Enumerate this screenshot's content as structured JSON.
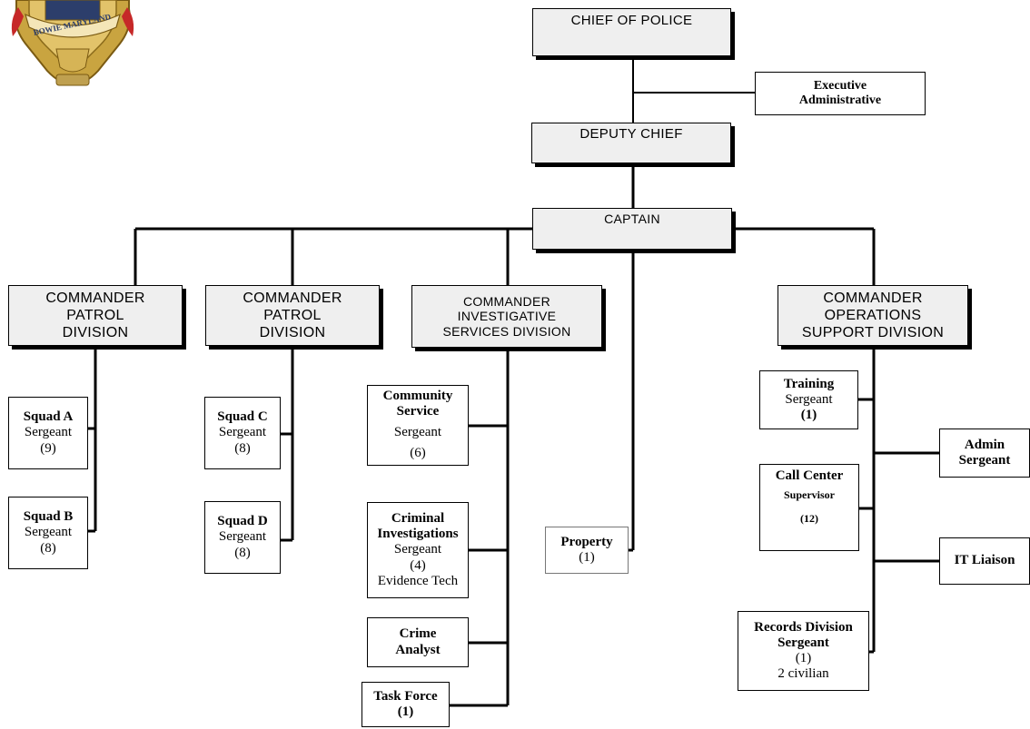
{
  "logo": {
    "text": "BOWIE MARYLAND",
    "colors": {
      "gold": "#b8902a",
      "red": "#c62828",
      "navy": "#2c3e6b"
    }
  },
  "chief": "CHIEF OF POLICE",
  "exec": {
    "line1": "Executive",
    "line2": "Administrative"
  },
  "deputy": "DEPUTY CHIEF",
  "captain": "CAPTAIN",
  "cmd1": {
    "line1": "COMMANDER",
    "line2": "PATROL",
    "line3": "DIVISION"
  },
  "cmd2": {
    "line1": "COMMANDER",
    "line2": "PATROL",
    "line3": "DIVISION"
  },
  "cmd3": {
    "line1": "COMMANDER",
    "line2": "INVESTIGATIVE",
    "line3": "SERVICES DIVISION"
  },
  "cmd4": {
    "line1": "COMMANDER",
    "line2": "OPERATIONS",
    "line3": "SUPPORT DIVISION"
  },
  "squadA": {
    "name": "Squad A",
    "rank": "Sergeant",
    "count": "(9)"
  },
  "squadB": {
    "name": "Squad B",
    "rank": "Sergeant",
    "count": "(8)"
  },
  "squadC": {
    "name": "Squad C",
    "rank": "Sergeant",
    "count": "(8)"
  },
  "squadD": {
    "name": "Squad D",
    "rank": "Sergeant",
    "count": "(8)"
  },
  "community": {
    "line1": "Community",
    "line2": "Service",
    "rank": "Sergeant",
    "count": "(6)"
  },
  "criminal": {
    "line1": "Criminal",
    "line2": "Investigations",
    "rank": "Sergeant",
    "count": "(4)",
    "extra": "Evidence Tech"
  },
  "crime": {
    "line1": "Crime",
    "line2": "Analyst"
  },
  "taskforce": {
    "name": "Task Force",
    "count": "(1)"
  },
  "property": {
    "name": "Property",
    "count": "(1)"
  },
  "training": {
    "name": "Training",
    "rank": "Sergeant",
    "count": "(1)"
  },
  "callcenter": {
    "name": "Call Center",
    "rank": "Supervisor",
    "count": "(12)"
  },
  "records": {
    "name": "Records Division",
    "rank": "Sergeant",
    "count": "(1)",
    "extra": "2 civilian"
  },
  "admin": {
    "line1": "Admin",
    "line2": "Sergeant"
  },
  "itliaison": "IT Liaison"
}
